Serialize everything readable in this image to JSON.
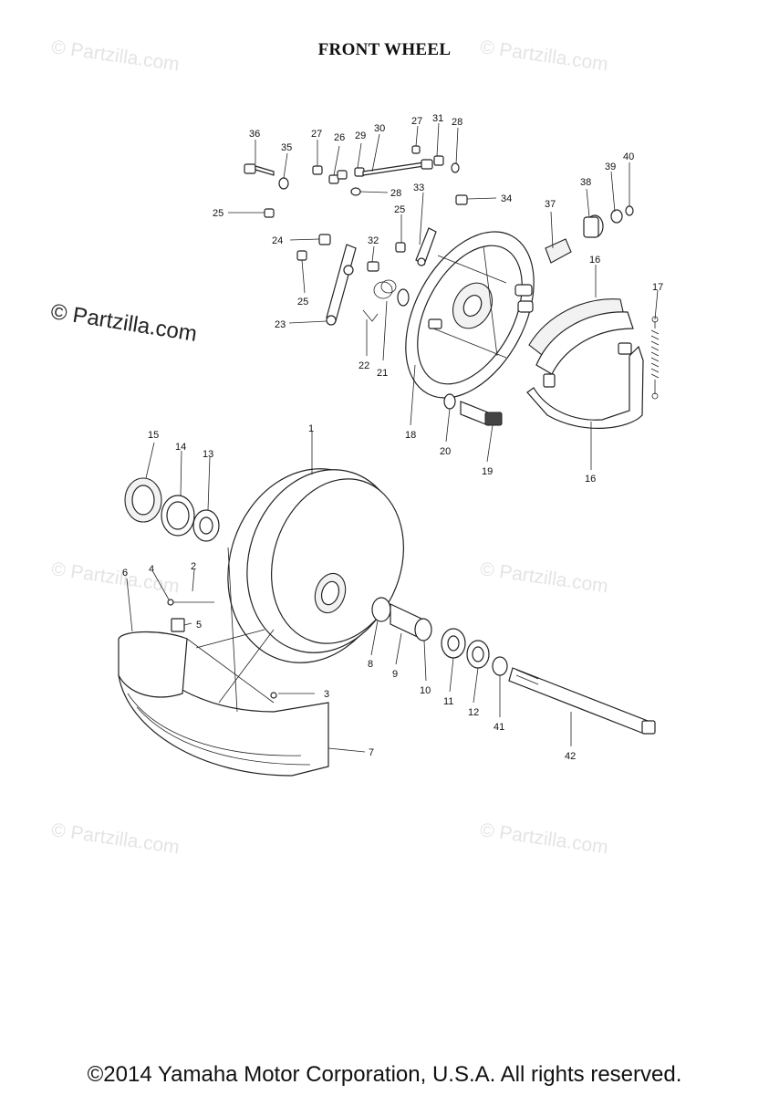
{
  "title": "FRONT WHEEL",
  "watermark_text": "© Partzilla.com",
  "footer": "©2014 Yamaha Motor Corporation, U.S.A. All rights reserved.",
  "callouts": {
    "n1": "1",
    "n2": "2",
    "n3": "3",
    "n4": "4",
    "n5": "5",
    "n6": "6",
    "n7": "7",
    "n8": "8",
    "n9": "9",
    "n10": "10",
    "n11": "11",
    "n12": "12",
    "n13": "13",
    "n14": "14",
    "n15": "15",
    "n16a": "16",
    "n16b": "16",
    "n17": "17",
    "n18": "18",
    "n19": "19",
    "n20": "20",
    "n21": "21",
    "n22": "22",
    "n23": "23",
    "n24": "24",
    "n25a": "25",
    "n25b": "25",
    "n25c": "25",
    "n26": "26",
    "n27a": "27",
    "n27b": "27",
    "n28a": "28",
    "n28b": "28",
    "n29": "29",
    "n30": "30",
    "n31": "31",
    "n32": "32",
    "n33": "33",
    "n34": "34",
    "n35": "35",
    "n36": "36",
    "n37": "37",
    "n38": "38",
    "n39": "39",
    "n40": "40",
    "n41": "41",
    "n42": "42"
  }
}
